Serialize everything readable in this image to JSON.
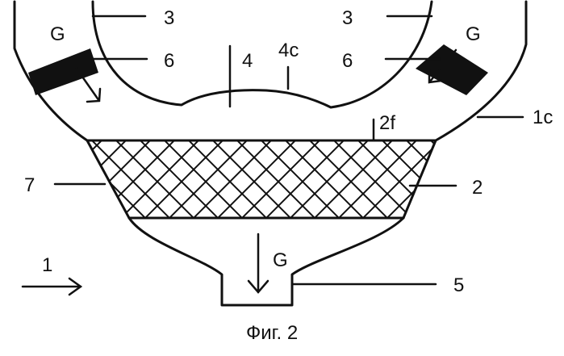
{
  "figure": {
    "caption": "Фиг. 2",
    "labels": {
      "gas_left": "G",
      "gas_right": "G",
      "gas_bottom": "G",
      "ref_3_left": "3",
      "ref_3_right": "3",
      "ref_6_left": "6",
      "ref_6_right": "6",
      "ref_4": "4",
      "ref_4c": "4c",
      "ref_2f": "2f",
      "ref_1c": "1c",
      "ref_7": "7",
      "ref_2": "2",
      "ref_5": "5",
      "ref_1": "1"
    }
  }
}
